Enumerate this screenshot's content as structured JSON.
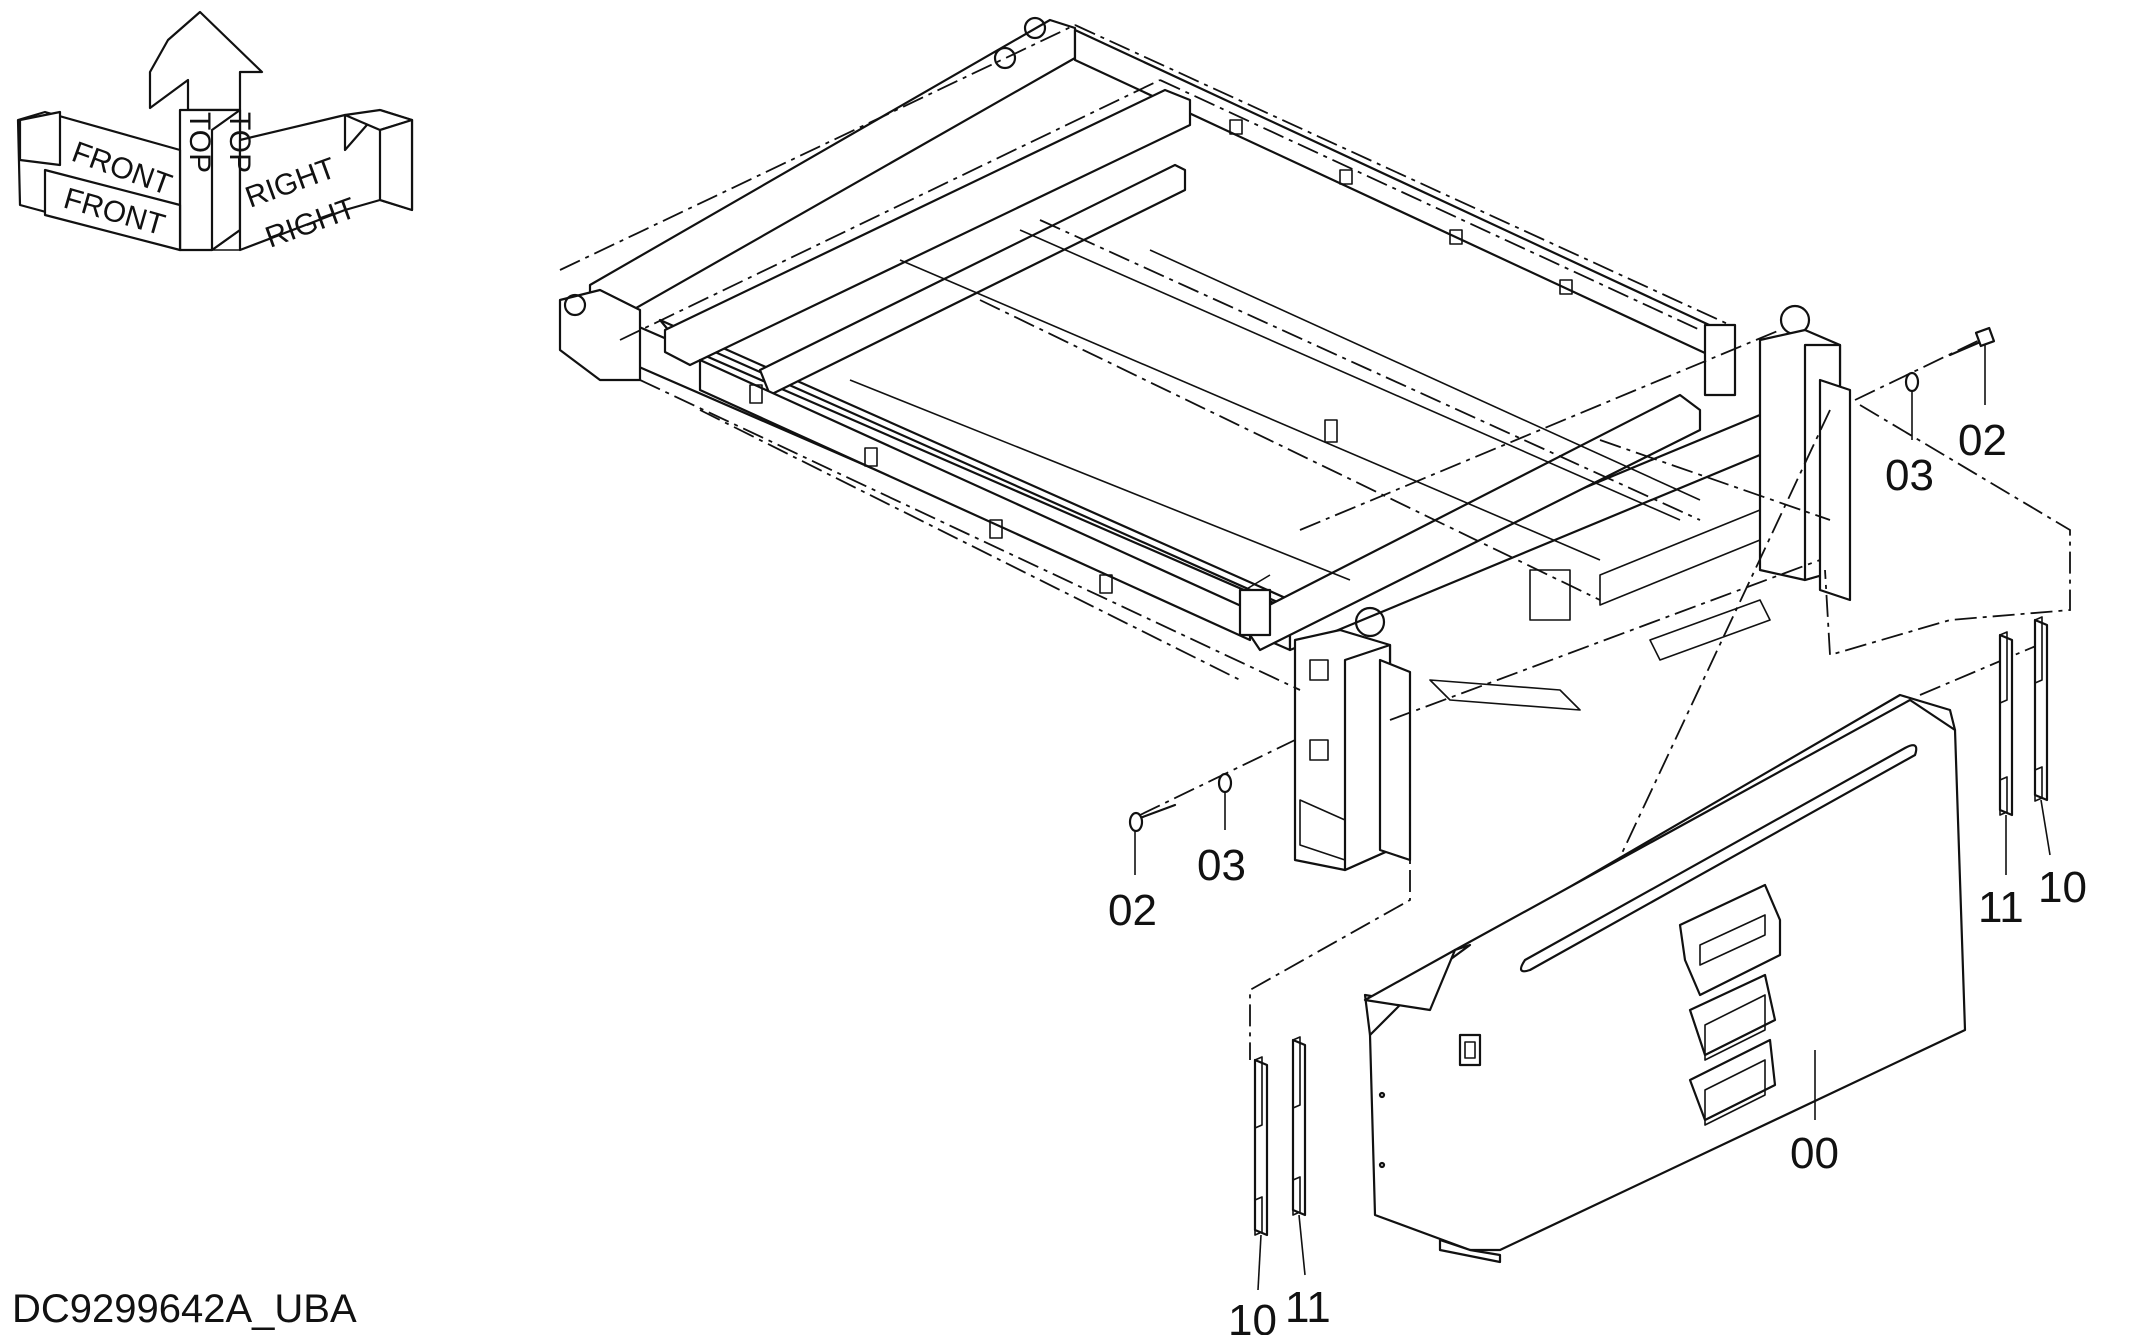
{
  "drawing_code": "DC9299642A_UBA",
  "orientation": {
    "top": "TOP",
    "front": "FRONT",
    "right": "RIGHT"
  },
  "callouts": {
    "c00": "00",
    "c02_right": "02",
    "c03_right": "03",
    "c02_left": "02",
    "c03_left": "03",
    "c11_right": "11",
    "c10_right": "10",
    "c10_left": "10",
    "c11_left": "11"
  },
  "colors": {
    "line": "#111111",
    "background": "#ffffff"
  }
}
